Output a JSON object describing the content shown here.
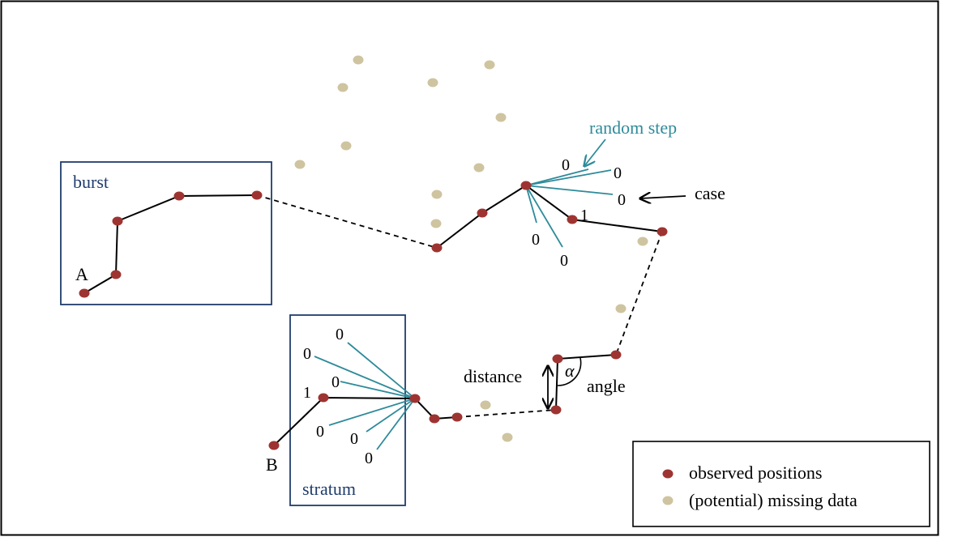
{
  "colors": {
    "observed": "#9e3431",
    "missing": "#cfc4a0",
    "random_step": "#2e8b9a",
    "box_border": "#1f3d6b",
    "path": "#000000"
  },
  "labels": {
    "burst": "burst",
    "stratum": "stratum",
    "random_step": "random step",
    "case": "case",
    "distance": "distance",
    "angle": "angle",
    "alpha": "α",
    "A": "A",
    "B": "B",
    "one": "1",
    "zero": "0"
  },
  "legend": {
    "observed": "observed positions",
    "missing": "(potential) missing data"
  }
}
